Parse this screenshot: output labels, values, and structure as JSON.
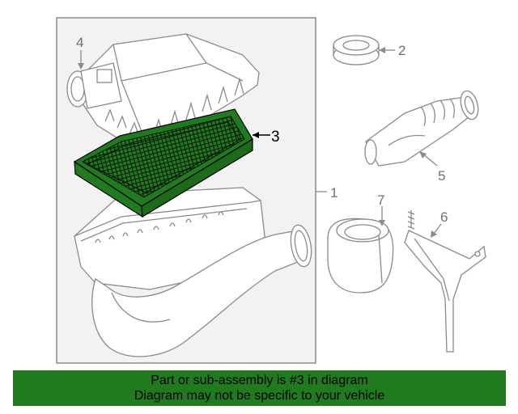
{
  "diagram": {
    "callouts": [
      {
        "id": "1",
        "label": "1"
      },
      {
        "id": "2",
        "label": "2"
      },
      {
        "id": "3",
        "label": "3"
      },
      {
        "id": "4",
        "label": "4"
      },
      {
        "id": "5",
        "label": "5"
      },
      {
        "id": "6",
        "label": "6"
      },
      {
        "id": "7",
        "label": "7"
      }
    ],
    "highlighted_part": "3",
    "colors": {
      "highlight": "#217a1f",
      "line": "#8a8a8a",
      "group_box": "#f2f2f2"
    }
  },
  "banner": {
    "line1": "Part or sub-assembly is #3 in diagram",
    "line2": "Diagram may not be specific to your vehicle",
    "color": "#217a1f"
  }
}
